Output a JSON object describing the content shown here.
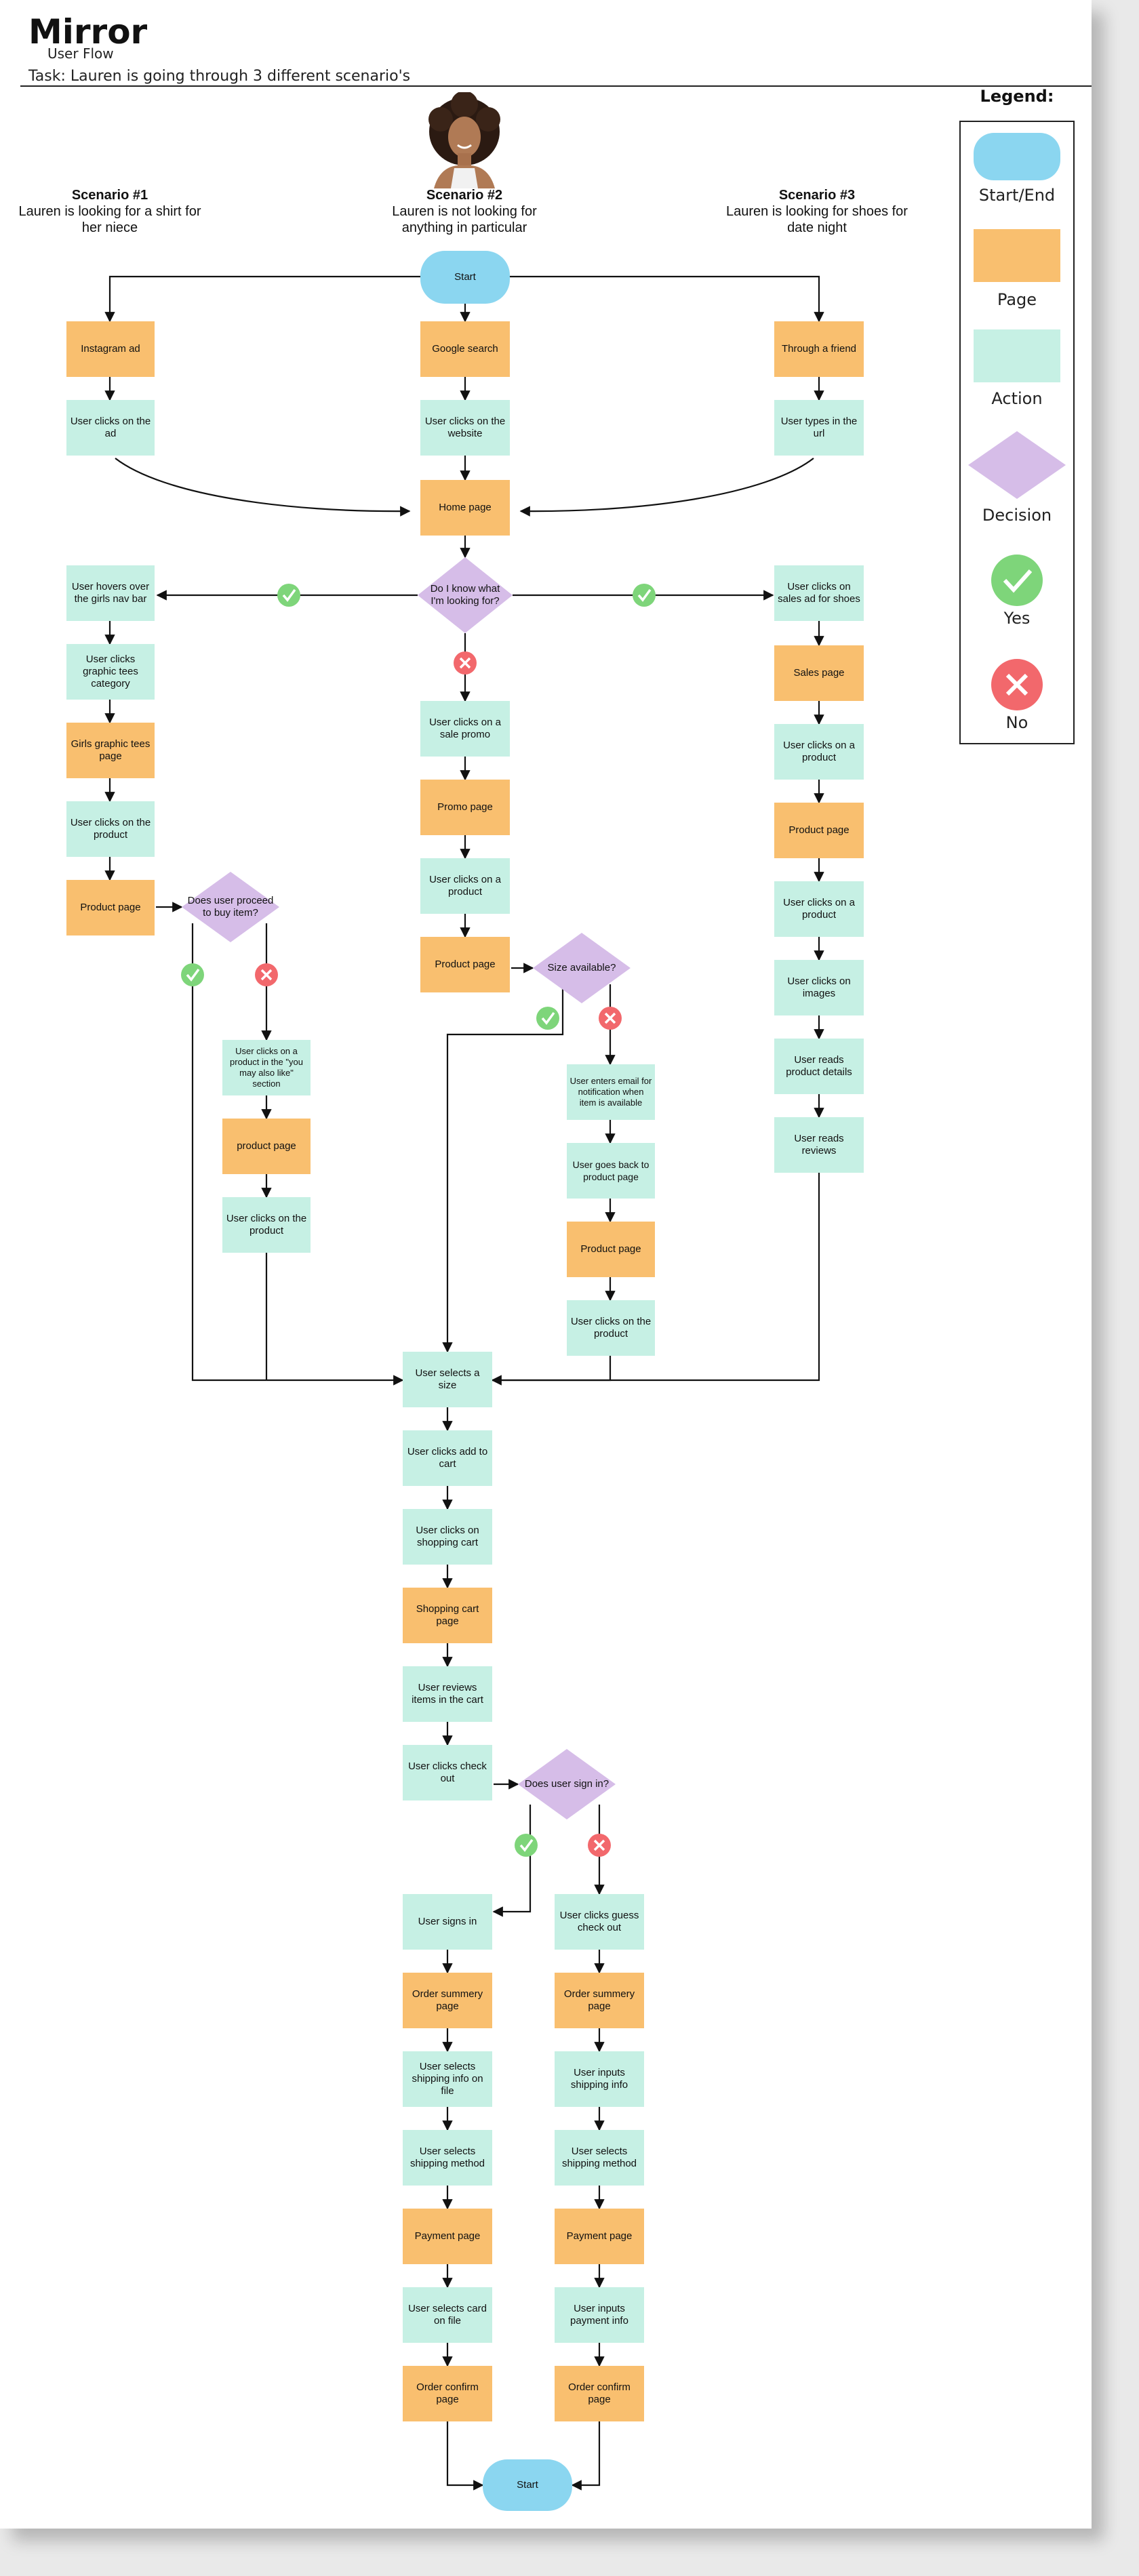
{
  "header": {
    "title": "Mirror",
    "subtitle": "User Flow",
    "task": "Task: Lauren is going through 3 different scenario's"
  },
  "scenarios": [
    {
      "title": "Scenario #1",
      "desc": "Lauren is looking for a shirt for her niece"
    },
    {
      "title": "Scenario #2",
      "desc": "Lauren is not looking for anything in particular"
    },
    {
      "title": "Scenario #3",
      "desc": "Lauren is looking for shoes for date night"
    }
  ],
  "legend": {
    "title": "Legend:",
    "items": [
      "Start/End",
      "Page",
      "Action",
      "Decision",
      "Yes",
      "No"
    ]
  },
  "colors": {
    "start_end": "#8bd6f0",
    "page": "#f9bf6f",
    "action": "#c6f0e4",
    "decision": "#d6bde8",
    "yes": "#7ed57a",
    "no": "#f2686c",
    "line": "#111111"
  },
  "flow": {
    "start": "Start",
    "s1": {
      "instagram": "Instagram ad",
      "clicks_ad": "User clicks on the ad",
      "hovers": "User hovers over the girls nav bar",
      "clicks_graphic": "User clicks graphic tees category",
      "girls_page": "Girls graphic tees page",
      "clicks_product": "User clicks on the product",
      "product_page": "Product page",
      "decision": "Does user proceed to buy item?",
      "also_like": "User clicks on a product in the \"you may also like\" section",
      "product_page2": "product page",
      "clicks_product2": "User clicks on the product"
    },
    "s2": {
      "google": "Google search",
      "clicks_website": "User clicks on the website",
      "home": "Home page",
      "decision": "Do I know what I'm looking for?",
      "sale_promo": "User clicks on a sale promo",
      "promo_page": "Promo page",
      "clicks_product": "User clicks on a product",
      "product_page": "Product page",
      "size_decision": "Size available?",
      "email_notify": "User enters email for notification when item is available",
      "goes_back": "User goes back to product page",
      "product_page2": "Product page",
      "clicks_product2": "User clicks on the product"
    },
    "s3": {
      "friend": "Through a friend",
      "types_url": "User types in the url",
      "sales_ad": "User clicks on sales ad for shoes",
      "sales_page": "Sales page",
      "clicks_product": "User clicks on a product",
      "product_page": "Product page",
      "clicks_product2": "User clicks on a product",
      "clicks_images": "User clicks on images",
      "reads_details": "User reads product details",
      "reads_reviews": "User reads reviews"
    },
    "common": {
      "selects_size": "User selects a size",
      "add_cart": "User clicks add to cart",
      "shopping_cart": "User clicks on shopping cart",
      "cart_page": "Shopping cart page",
      "reviews_items": "User reviews items in the cart",
      "check_out": "User clicks check out",
      "signin_decision": "Does user sign in?"
    },
    "signed": {
      "signs_in": "User signs in",
      "order_summary": "Order summery page",
      "shipping_file": "User selects shipping info on file",
      "shipping_method": "User selects shipping method",
      "payment": "Payment page",
      "card_file": "User selects card on file",
      "confirm": "Order confirm page"
    },
    "guest": {
      "guest_checkout": "User clicks guess check out",
      "order_summary": "Order summery page",
      "inputs_shipping": "User inputs shipping info",
      "shipping_method": "User selects shipping method",
      "payment": "Payment page",
      "inputs_payment": "User inputs payment info",
      "confirm": "Order confirm page"
    },
    "end": "Start"
  }
}
